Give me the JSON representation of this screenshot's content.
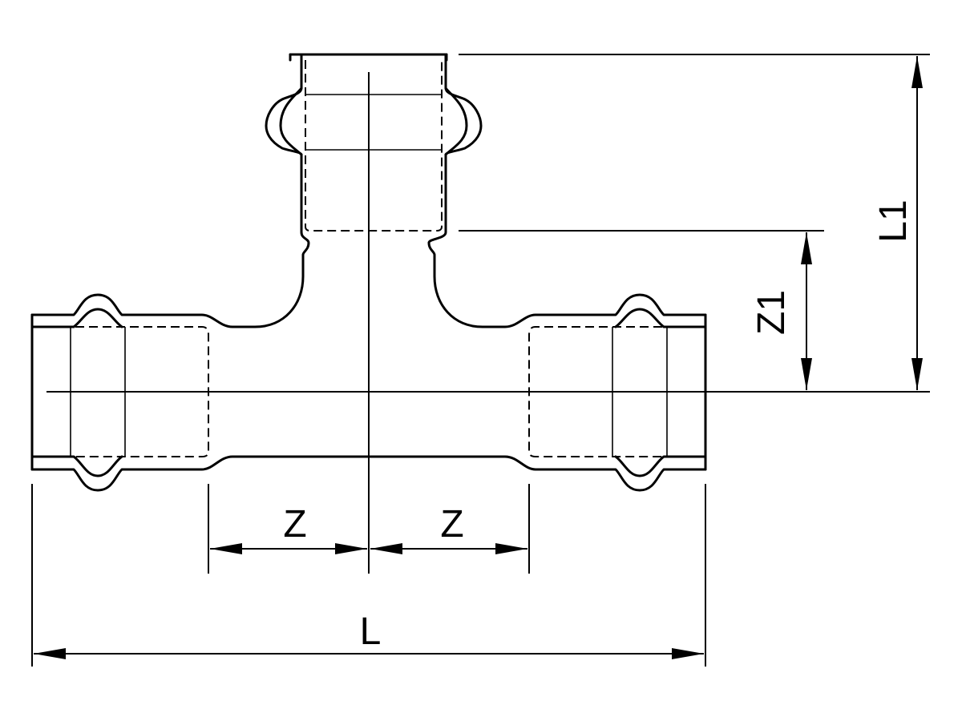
{
  "labels": {
    "z_left": "Z",
    "z_right": "Z",
    "l": "L",
    "z1": "Z1",
    "l1": "L1"
  }
}
